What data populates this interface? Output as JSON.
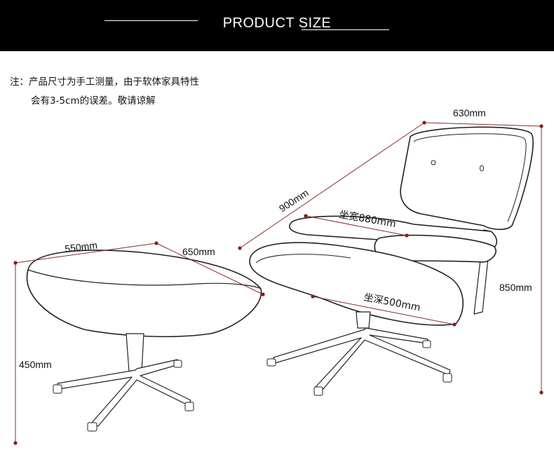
{
  "header": {
    "title": "PRODUCT SIZE"
  },
  "note": {
    "line1": "注：产品尺寸为手工测量，由于软体家具特性",
    "line2": "会有3-5cm的误差。敬请谅解"
  },
  "dimensions": {
    "chair_width": "630mm",
    "chair_length": "900mm",
    "seat_width": "坐宽880mm",
    "seat_depth": "坐深500mm",
    "chair_height": "850mm",
    "ottoman_width": "550mm",
    "ottoman_depth": "650mm",
    "ottoman_height": "450mm"
  },
  "colors": {
    "banner": "#000000",
    "dimension_line": "#8b2a2a",
    "dot": "#8b1a1a"
  }
}
